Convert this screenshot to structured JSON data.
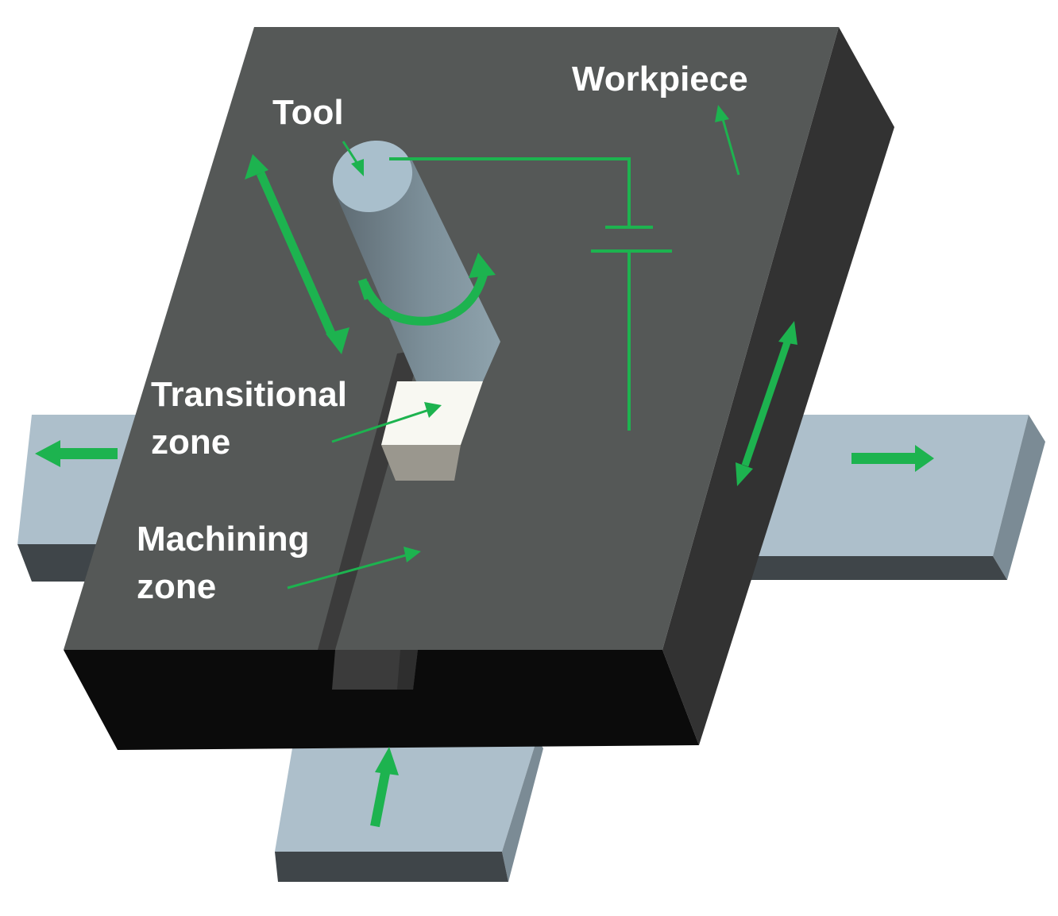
{
  "labels": {
    "workpiece": "Workpiece",
    "tool": "Tool",
    "transitional_line1": "Transitional",
    "transitional_line2": "zone",
    "machining_line1": "Machining",
    "machining_line2": "zone"
  },
  "colors": {
    "background": "#ffffff",
    "plate_top": "#555857",
    "plate_right_side": "#323232",
    "plate_front_side": "#0b0b0b",
    "slot_wall": "#3b3b3b",
    "bar_top": "#adbfcb",
    "bar_side": "#7b8b95",
    "bar_front": "#3f4549",
    "tool_body": "#7b8e97",
    "tool_face": "#a9bfcc",
    "transitional_top": "#f8f8f2",
    "transitional_front": "#9a978e",
    "arrow_green": "#1db34f",
    "label_text": "#ffffff"
  },
  "icons": {
    "rotation": "curved-rotation-arrow",
    "power_source": "dc-power-source-symbol"
  }
}
